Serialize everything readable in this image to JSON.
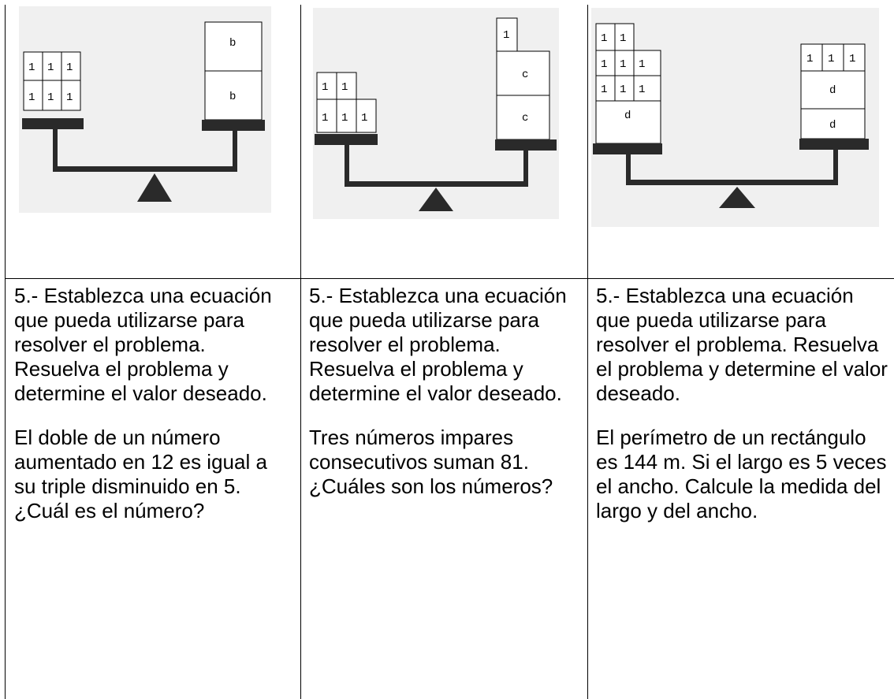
{
  "cells": [
    {
      "figure": {
        "left_blocks": [
          "1",
          "1",
          "1",
          "1",
          "1",
          "1"
        ],
        "right_blocks": [
          "b",
          "b"
        ]
      },
      "instruction": "5.- Establezca una ecuación que pueda utilizarse para resolver el problema. Resuelva el problema y determine el valor deseado.",
      "problem": "El doble de un número aumentado en 12 es igual a su triple disminuido en 5. ¿Cuál es el número?"
    },
    {
      "figure": {
        "left_blocks": [
          "1",
          "1",
          "1",
          "1",
          "1"
        ],
        "right_blocks": [
          "1",
          "c",
          "c"
        ]
      },
      "instruction": "5.- Establezca una ecuación que pueda utilizarse para resolver el problema. Resuelva el problema y determine el valor deseado.",
      "problem": "Tres números impares consecutivos suman 81. ¿Cuáles son los números?"
    },
    {
      "figure": {
        "left_blocks": [
          "1",
          "1",
          "1",
          "1",
          "1",
          "1",
          "1",
          "1",
          "d"
        ],
        "right_blocks": [
          "1",
          "1",
          "1",
          "d",
          "d"
        ]
      },
      "instruction": "5.- Establezca una ecuación que pueda utilizarse para resolver el problema. Resuelva el problema y determine el valor deseado.",
      "problem": "El perímetro de un rectángulo es 144 m. Si el largo es 5 veces el ancho. Calcule la medida del largo y del ancho."
    }
  ]
}
